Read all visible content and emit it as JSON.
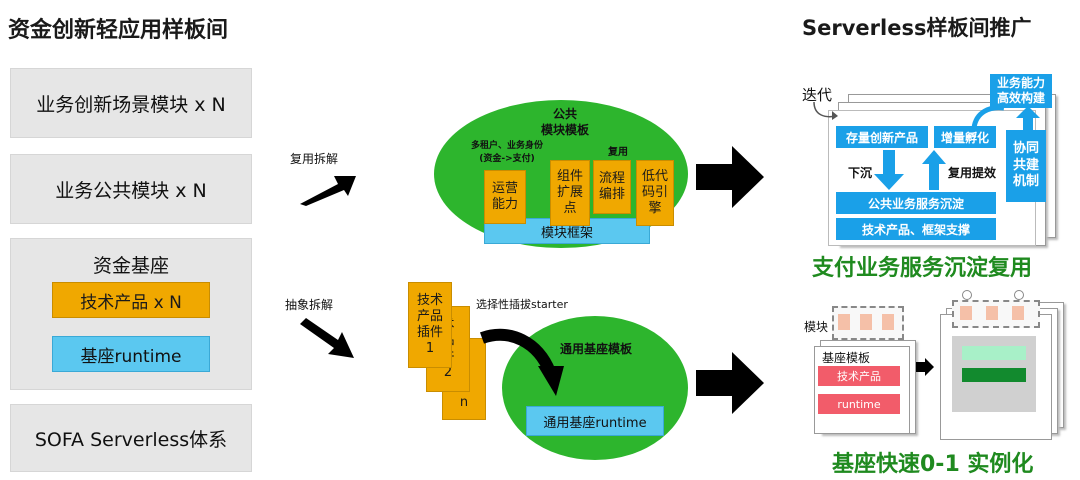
{
  "left": {
    "title": "资金创新轻应用样板间",
    "box1": "业务创新场景模块 x N",
    "box2": "业务公共模块 x N",
    "box3_title": "资金基座",
    "box3_tag1": "技术产品 x N",
    "box3_tag2": "基座runtime",
    "box4": "SOFA Serverless体系"
  },
  "middle": {
    "arrow1_label": "复用拆解",
    "arrow2_label": "抽象拆解",
    "top": {
      "title_line1": "公共",
      "title_line2": "模块模板",
      "note_left_line1": "多租户、业务身份",
      "note_left_line2": "(资金->支付)",
      "note_right": "复用",
      "block1": "运营\n能力",
      "block2": "组件\n扩展\n点",
      "block3": "流程\n编排",
      "block4": "低代\n码引\n擎",
      "base": "模块框架"
    },
    "bottom": {
      "plugin_label": "选择性插拔starter",
      "plugin1": "技术\n产品\n插件\n1",
      "plugin2": "术\n品\n件\n2",
      "plugin3": "术\n品\n件\nn",
      "template_title": "通用基座模板",
      "runtime": "通用基座runtime"
    }
  },
  "right": {
    "title": "Serverless样板间推广",
    "top": {
      "iter_label": "迭代",
      "capability": "业务能力\n高效构建",
      "stock": "存量创新产品",
      "incubate": "增量孵化",
      "sink": "下沉",
      "reuse": "复用提效",
      "collab": "协同\n共建\n机制",
      "service": "公共业务服务沉淀",
      "support": "技术产品、框架支撑",
      "caption": "支付业务服务沉淀复用"
    },
    "bottom": {
      "module_label": "模块",
      "template": "基座模板",
      "tech": "技术产品",
      "runtime": "runtime",
      "caption": "基座快速0-1 实例化"
    }
  },
  "colors": {
    "green": "#2db52d",
    "orange": "#f0a800",
    "light_blue": "#5bc8f0",
    "bright_blue": "#1aa0e8",
    "caption_green": "#1f8a1f"
  }
}
